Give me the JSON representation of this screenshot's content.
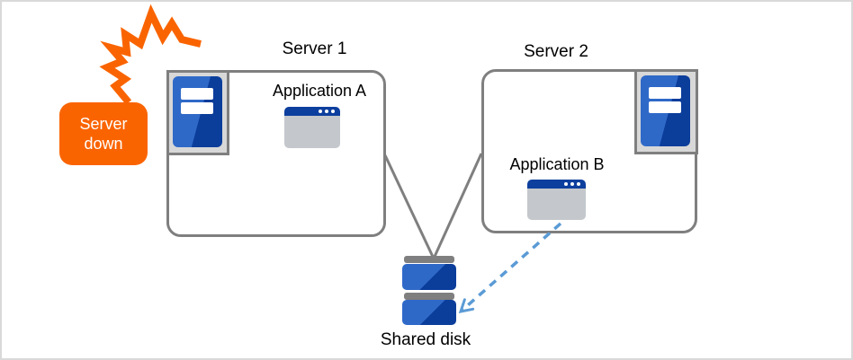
{
  "badge": {
    "line1": "Server",
    "line2": "down"
  },
  "server1": {
    "title": "Server 1",
    "application": "Application A"
  },
  "server2": {
    "title": "Server 2",
    "application": "Application B"
  },
  "shared_disk_label": "Shared disk",
  "icons": {
    "burst": "burst-crash-icon",
    "server_unit": "server-tower-icon",
    "application": "app-window-icon",
    "storage": "stacked-disk-icon",
    "failover_arrow": "dashed-arrow-icon"
  },
  "colors": {
    "orange": "#FA6400",
    "server_blue_light": "#2F69C8",
    "server_blue_dark": "#0B3D9B",
    "window_title_blue": "#0D3F9E",
    "window_body_gray": "#C4C8CC",
    "border_gray": "#7F7F7F",
    "icon_bg_gray": "#D8D8D8",
    "arrow_blue": "#5B9BD5",
    "text_black": "#000000",
    "canvas_border": "#D9D9D9"
  }
}
